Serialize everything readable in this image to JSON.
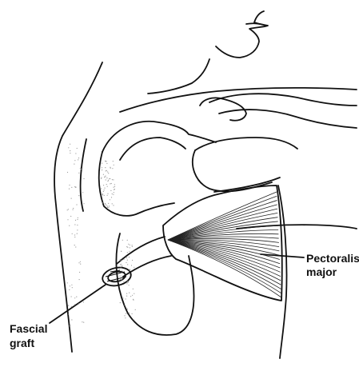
{
  "labels": {
    "pectoralis_line1": "Pectoralis",
    "pectoralis_line2": "major",
    "fascial_line1": "Fascial",
    "fascial_line2": "graft"
  },
  "colors": {
    "ink": "#111111",
    "background": "#ffffff",
    "stipple": "#9a9a9a"
  }
}
